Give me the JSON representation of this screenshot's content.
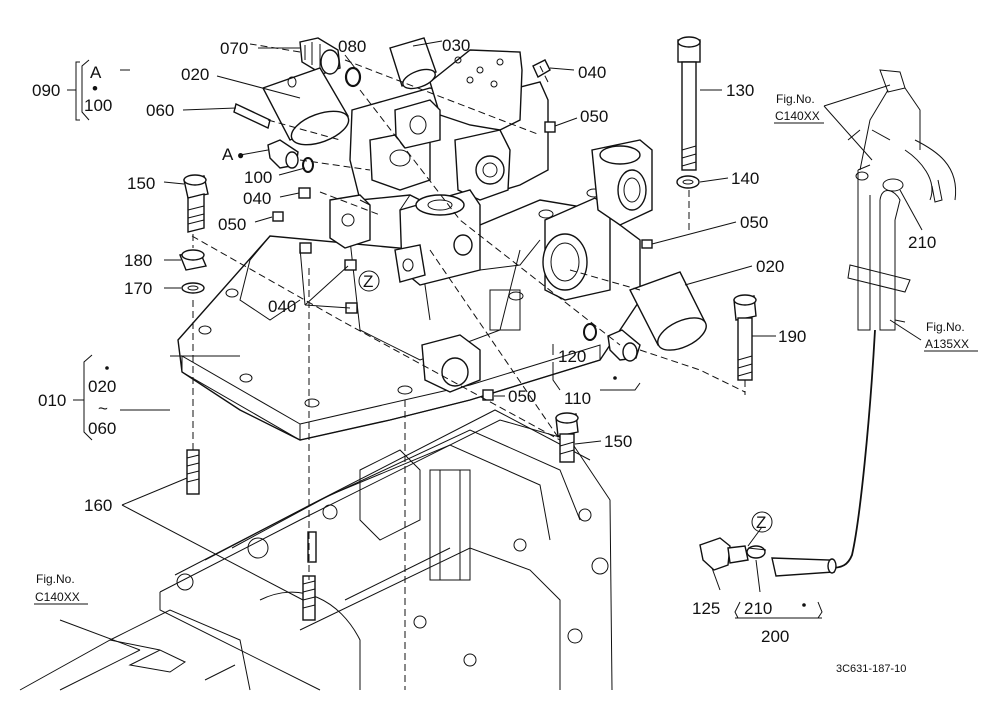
{
  "callouts": {
    "p070": "070",
    "p080": "080",
    "p030": "030",
    "p040a": "040",
    "p090": "090",
    "bracket_a": "A",
    "bracket_dot": "•",
    "bracket_100": "100",
    "p020a": "020",
    "p060": "060",
    "p050a": "050",
    "p130": "130",
    "ref_a": "A",
    "ref_a_dot": "●",
    "p100": "100",
    "p150a": "150",
    "p040b": "040",
    "p050b": "050",
    "p140": "140",
    "p050c": "050",
    "p180": "180",
    "p170": "170",
    "z1": "Z",
    "p040c": "040",
    "p020b": "020",
    "p190": "190",
    "p120": "120",
    "p010": "010",
    "g_020": "020",
    "g_tilde": "~",
    "g_060": "060",
    "p050d": "050",
    "p110": "110",
    "p150b": "150",
    "p160": "160",
    "z2": "Z",
    "p125": "125",
    "p210a": "210",
    "p200": "200",
    "p210b": "210"
  },
  "figure_refs": {
    "fig1_label": "Fig.No.",
    "fig1_code": "C140XX",
    "fig2_label": "Fig.No.",
    "fig2_code": "C140XX",
    "fig3_label": "Fig.No.",
    "fig3_code": "A135XX"
  },
  "drawing_id": "3C631-187-10"
}
